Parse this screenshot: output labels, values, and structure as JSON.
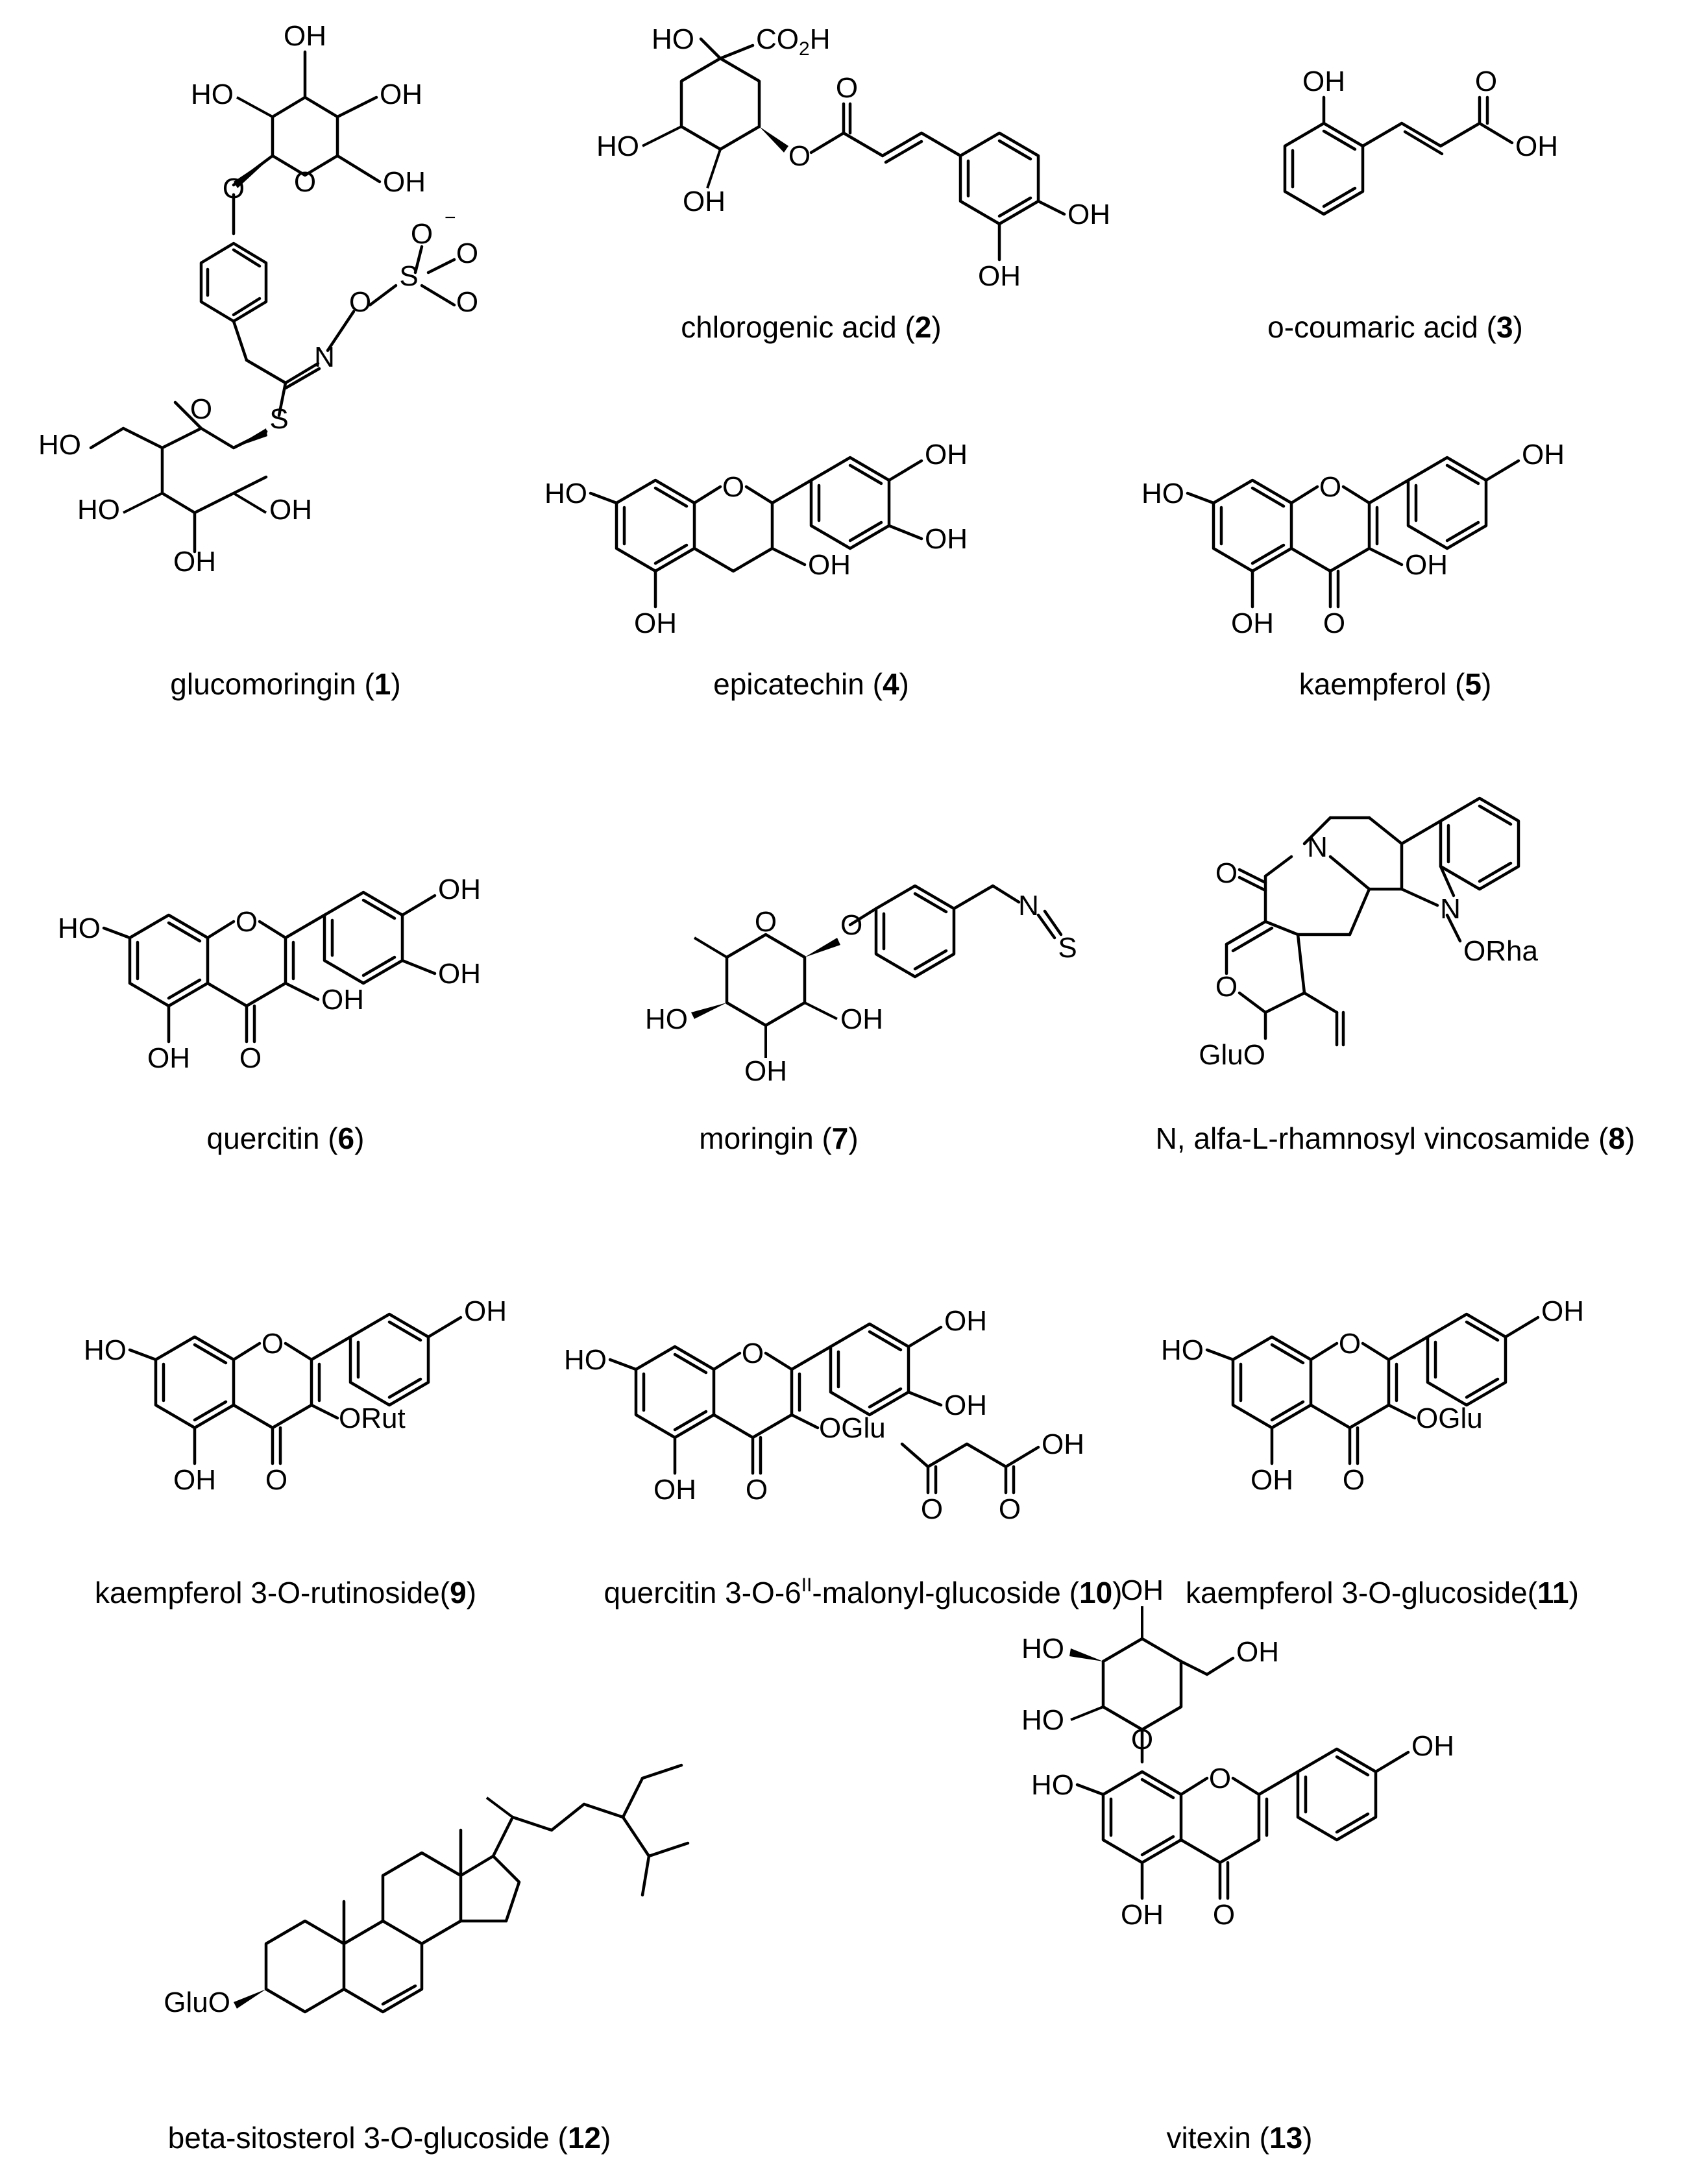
{
  "captions": {
    "c1": {
      "name": "glucomoringin",
      "num": "1"
    },
    "c2": {
      "name": "chlorogenic acid",
      "num": "2"
    },
    "c3": {
      "name": "o-coumaric acid",
      "num": "3"
    },
    "c4": {
      "name": "epicatechin",
      "num": "4"
    },
    "c5": {
      "name": "kaempferol",
      "num": "5"
    },
    "c6": {
      "name": "quercitin",
      "num": "6"
    },
    "c7": {
      "name": "moringin",
      "num": "7"
    },
    "c8": {
      "name": "N, alfa-L-rhamnosyl vincosamide",
      "num": "8"
    },
    "c9": {
      "name": "kaempferol 3-O-rutinoside",
      "num": "9"
    },
    "c10": {
      "name_pre": "quercitin 3-O-6",
      "sup": "II",
      "name_post": "-malonyl-glucoside",
      "num": "10"
    },
    "c11": {
      "name": "kaempferol 3-O-glucoside",
      "num": "11"
    },
    "c12": {
      "name": "beta-sitosterol 3-O-glucoside",
      "num": "12"
    },
    "c13": {
      "name": "vitexin",
      "num": "13"
    }
  },
  "atoms": {
    "OH": "OH",
    "HO": "HO",
    "O": "O",
    "N": "N",
    "S": "S",
    "CO2H": "CO",
    "CO2H_sub": "2",
    "CO2H_H": "H",
    "sulfate_charge": "−",
    "ORut": "ORut",
    "OGlu": "OGlu",
    "GluO": "GluO",
    "ORha": "ORha"
  }
}
